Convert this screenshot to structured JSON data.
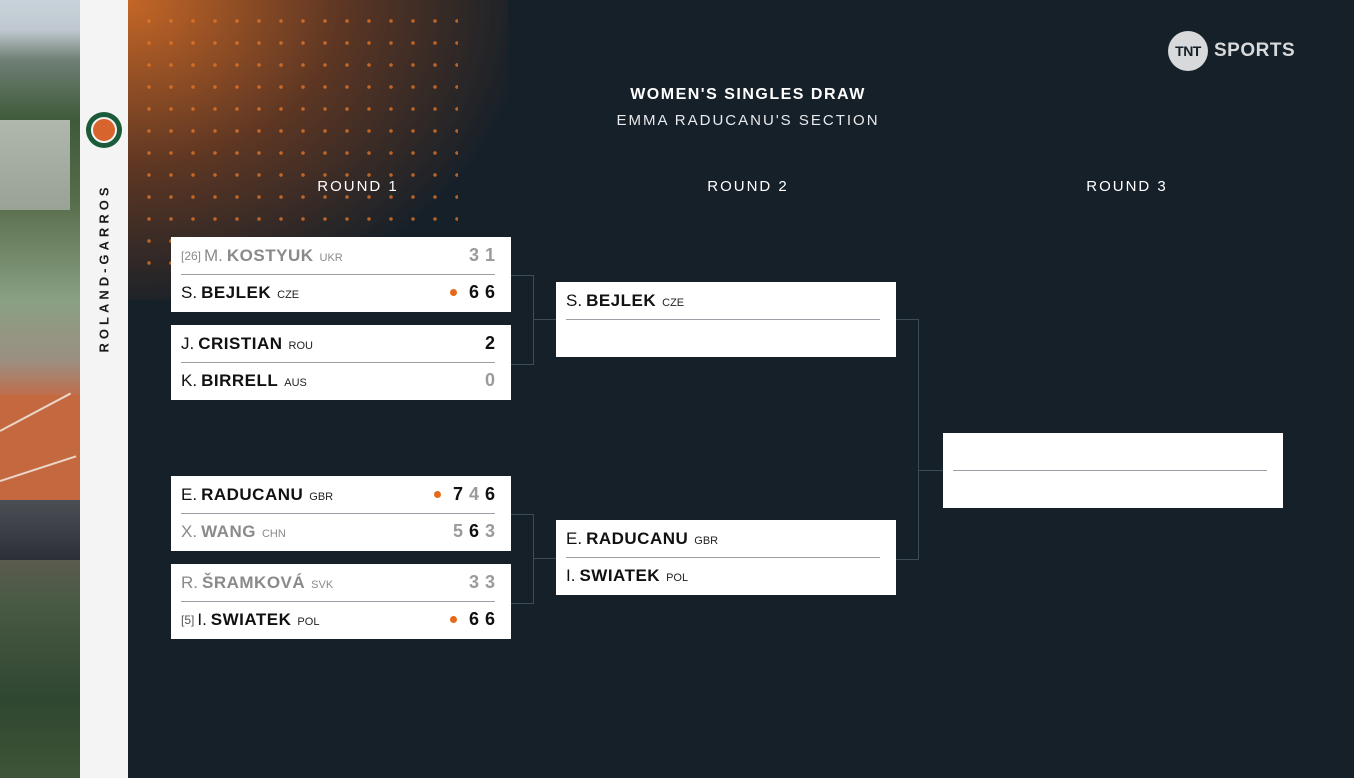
{
  "header": {
    "title": "WOMEN'S SINGLES DRAW",
    "subtitle": "EMMA RADUCANU'S SECTION",
    "broadcaster": "SPORTS",
    "broadcaster_badge": "TNT",
    "sidebar_label": "ROLAND-GARROS"
  },
  "rounds": [
    "ROUND 1",
    "ROUND 2",
    "ROUND 3"
  ],
  "round1": [
    {
      "p1": {
        "seed": "[26]",
        "init": "M.",
        "last": "KOSTYUK",
        "ctry": "UKR",
        "sets": [
          "3",
          "1"
        ]
      },
      "p2": {
        "seed": "",
        "init": "S.",
        "last": "BEJLEK",
        "ctry": "CZE",
        "sets": [
          "6",
          "6"
        ]
      }
    },
    {
      "p1": {
        "seed": "",
        "init": "J.",
        "last": "CRISTIAN",
        "ctry": "ROU",
        "sets": [
          "2"
        ]
      },
      "p2": {
        "seed": "",
        "init": "K.",
        "last": "BIRRELL",
        "ctry": "AUS",
        "sets": [
          "0"
        ]
      }
    },
    {
      "p1": {
        "seed": "",
        "init": "E.",
        "last": "RADUCANU",
        "ctry": "GBR",
        "sets": [
          "7",
          "4",
          "6"
        ]
      },
      "p2": {
        "seed": "",
        "init": "X.",
        "last": "WANG",
        "ctry": "CHN",
        "sets": [
          "5",
          "6",
          "3"
        ]
      }
    },
    {
      "p1": {
        "seed": "",
        "init": "R.",
        "last": "ŠRAMKOVÁ",
        "ctry": "SVK",
        "sets": [
          "3",
          "3"
        ]
      },
      "p2": {
        "seed": "[5]",
        "init": "I.",
        "last": "SWIATEK",
        "ctry": "POL",
        "sets": [
          "6",
          "6"
        ]
      }
    }
  ],
  "round2": [
    {
      "p1": {
        "init": "S.",
        "last": "BEJLEK",
        "ctry": "CZE"
      },
      "p2": {
        "init": "",
        "last": "",
        "ctry": ""
      }
    },
    {
      "p1": {
        "init": "E.",
        "last": "RADUCANU",
        "ctry": "GBR"
      },
      "p2": {
        "init": "I.",
        "last": "SWIATEK",
        "ctry": "POL"
      }
    }
  ],
  "colors": {
    "background": "#162029",
    "serve_dot": "#e46a1a",
    "accent": "#ce6a26"
  }
}
